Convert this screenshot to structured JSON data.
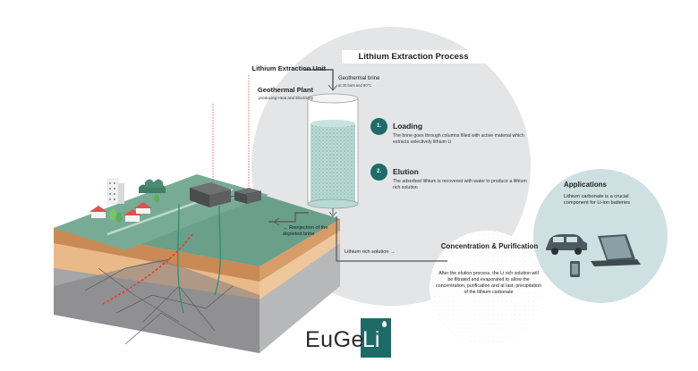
{
  "labels": {
    "lithium_extraction_unit": "Lithium Extraction Unit",
    "geothermal_plant": "Geothermal Plant",
    "geothermal_plant_sub": "producing Heat and Electricity",
    "process_title": "Lithium Extraction Process",
    "geothermal_brine": "Geothermal brine",
    "geothermal_brine_sub": "at 30 bars and 80°C",
    "reinjection": "← Reinjection of the depleted brine",
    "lithium_rich_solution": "Lithium rich solution →"
  },
  "steps": [
    {
      "number": "1.",
      "title": "Loading",
      "description": "The brine goes through columns filled with active material which extracts selectively lithium Li"
    },
    {
      "number": "2.",
      "title": "Elution",
      "description": "The adsorbed lithium is recovered with water to produce a lithium rich solution"
    }
  ],
  "concentration": {
    "title": "Concentration & Purification",
    "description": "After the elution process, the Li rich solution will be filtrated and evaporated to allow the concentration, purification and at last, precipitation of the lithium carbonate"
  },
  "applications": {
    "title": "Applications",
    "description": "Lithium carbonate is a crucial component for Li-ion batteries"
  },
  "logo": {
    "prefix": "EuGe",
    "suffix": "Li"
  },
  "colors": {
    "teal": "#1f6b67",
    "circle_grey": "#e4e5e7",
    "applications_bg": "#cfe0e2",
    "ground": "#6a9f8a",
    "soil": "#e9b98a",
    "rock": "#a9aaac",
    "fault_red": "#e2452c",
    "pipe_green": "#2f8f6f",
    "pipe_grey": "#555555",
    "column_liquid": "#b7dad3"
  },
  "icons": [
    "column-icon",
    "house-icon",
    "building-icon",
    "car-icon",
    "laptop-icon",
    "phone-icon",
    "tree-icon",
    "arrow-down-icon"
  ]
}
